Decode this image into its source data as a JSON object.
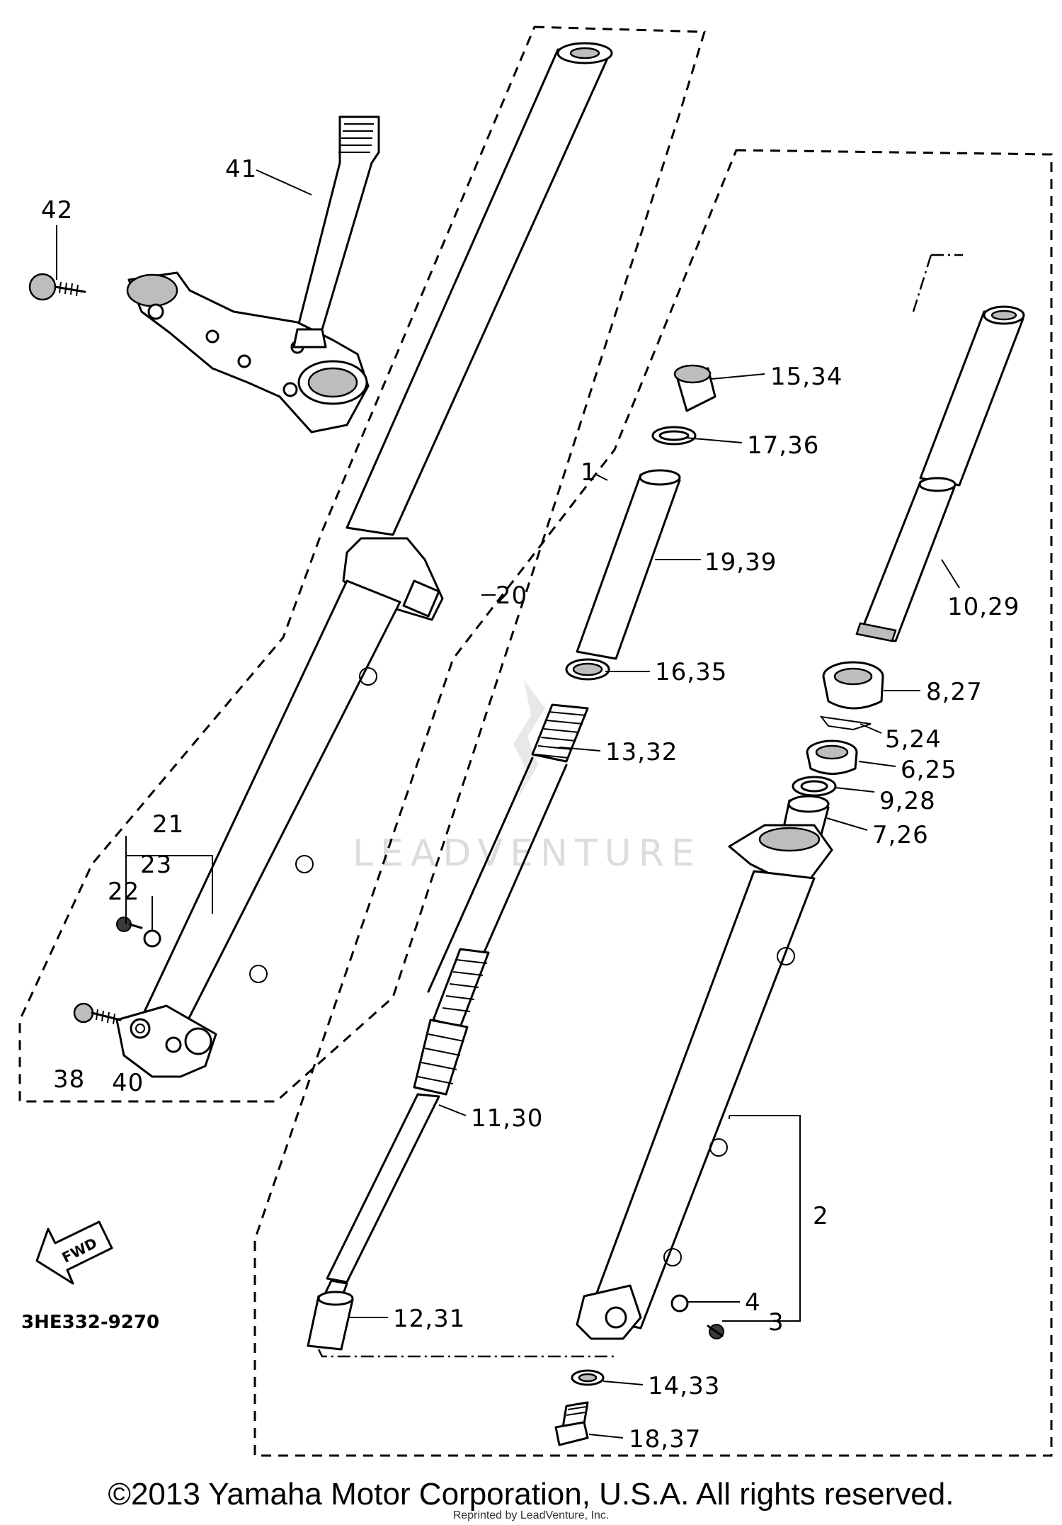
{
  "diagram": {
    "code": "3HE332-9270",
    "fwd_label": "FWD",
    "watermark": "LEADVENTURE",
    "copyright": "©2013 Yamaha Motor Corporation, U.S.A. All rights reserved.",
    "reprint_note": "Reprinted by LeadVenture, Inc.",
    "callouts": {
      "c41": "41",
      "c42": "42",
      "c20": "20",
      "c21": "21",
      "c23": "23",
      "c22": "22",
      "c38": "38",
      "c40": "40",
      "c1": "1",
      "c15_34": "15,34",
      "c17_36": "17,36",
      "c19_39": "19,39",
      "c16_35": "16,35",
      "c13_32": "13,32",
      "c11_30": "11,30",
      "c12_31": "12,31",
      "c10_29": "10,29",
      "c8_27": "8,27",
      "c5_24": "5,24",
      "c6_25": "6,25",
      "c9_28": "9,28",
      "c7_26": "7,26",
      "c2": "2",
      "c4": "4",
      "c3": "3",
      "c14_33": "14,33",
      "c18_37": "18,37"
    }
  }
}
